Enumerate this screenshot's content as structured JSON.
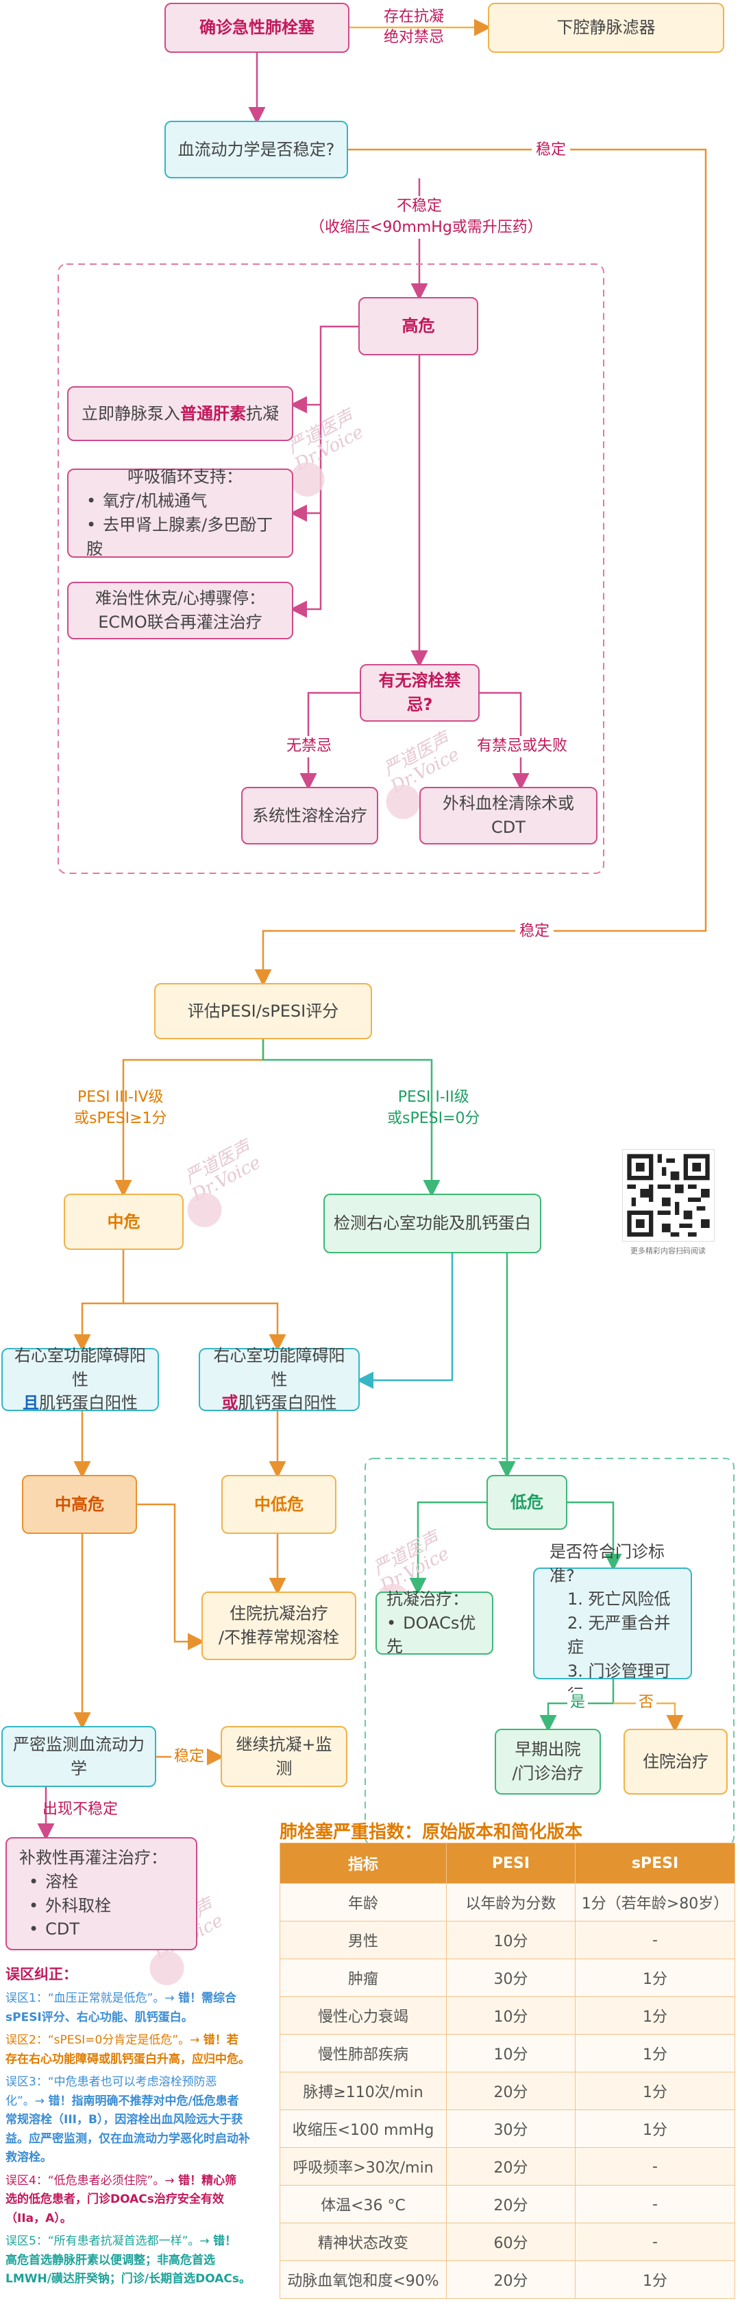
{
  "nodes": {
    "confirm": "确诊急性肺栓塞",
    "ivc": "下腔静脉滤器",
    "hemo_q": "血流动力学是否稳定?",
    "high": "高危",
    "heparin_pre": "立即静脉泵入",
    "heparin_hl": "普通肝素",
    "heparin_post": "抗凝",
    "resp_title": "呼吸循环支持：",
    "resp_items": [
      "氧疗/机械通气",
      "去甲肾上腺素/多巴酚丁胺"
    ],
    "ecmo_l1": "难治性休克/心搏骤停：",
    "ecmo_l2": "ECMO联合再灌注治疗",
    "contra_q": "有无溶栓禁忌?",
    "systemic": "系统性溶栓治疗",
    "surgical": "外科血栓清除术或CDT",
    "pesi": "评估PESI/sPESI评分",
    "mid": "中危",
    "detect": "检测右心室功能及肌钙蛋白",
    "rv_and_l1": "右心室功能障碍阳性",
    "rv_and_hl": "且",
    "rv_and_l2": "肌钙蛋白阳性",
    "rv_or_l1": "右心室功能障碍阳性",
    "rv_or_hl": "或",
    "rv_or_l2": "肌钙蛋白阳性",
    "mid_high": "中高危",
    "mid_low": "中低危",
    "low": "低危",
    "hosp_l1": "住院抗凝治疗",
    "hosp_l2": "/不推荐常规溶栓",
    "anticoag_title": "抗凝治疗：",
    "anticoag_items": [
      "DOACs优先"
    ],
    "outpt_title": "是否符合门诊标准?",
    "outpt_items": [
      "1. 死亡风险低",
      "2. 无严重合并症",
      "3. 门诊管理可行"
    ],
    "monitor": "严密监测血流动力学",
    "continue": "继续抗凝+监测",
    "early_l1": "早期出院",
    "early_l2": "/门诊治疗",
    "inpatient": "住院治疗",
    "rescue_title": "补救性再灌注治疗：",
    "rescue_items": [
      "溶栓",
      "外科取栓",
      "CDT"
    ]
  },
  "labels": {
    "anticoag_exists_l1": "存在抗凝",
    "anticoag_exists_l2": "绝对禁忌",
    "stable_top": "稳定",
    "unstable_l1": "不稳定",
    "unstable_l2": "（收缩压<90mmHg或需升压药）",
    "no_contra": "无禁忌",
    "contra_fail": "有禁忌或失败",
    "stable_mid": "稳定",
    "pesi_high_l1": "PESI III-IV级",
    "pesi_high_l2": "或sPESI≥1分",
    "pesi_low_l1": "PESI I-II级",
    "pesi_low_l2": "或sPESI=0分",
    "yes": "是",
    "no": "否",
    "stable_low": "稳定",
    "unstable_low": "出现不稳定"
  },
  "watermark": {
    "l1": "严道医声",
    "l2": "Dr.Voice"
  },
  "qr": {
    "caption": "更多精彩内容扫码阅读"
  },
  "table": {
    "title": "肺栓塞严重指数：原始版本和简化版本",
    "headers": [
      "指标",
      "PESI",
      "sPESI"
    ],
    "rows": [
      [
        "年龄",
        "以年龄为分数",
        "1分（若年龄>80岁）"
      ],
      [
        "男性",
        "10分",
        "-"
      ],
      [
        "肿瘤",
        "30分",
        "1分"
      ],
      [
        "慢性心力衰竭",
        "10分",
        "1分"
      ],
      [
        "慢性肺部疾病",
        "10分",
        "1分"
      ],
      [
        "脉搏≥110次/min",
        "20分",
        "1分"
      ],
      [
        "收缩压<100 mmHg",
        "30分",
        "1分"
      ],
      [
        "呼吸频率>30次/min",
        "20分",
        "-"
      ],
      [
        "体温<36 °C",
        "20分",
        "-"
      ],
      [
        "精神状态改变",
        "60分",
        "-"
      ],
      [
        "动脉血氧饱和度<90%",
        "20分",
        "1分"
      ]
    ]
  },
  "errors": {
    "title": "误区纠正：",
    "items": [
      {
        "color": "#3b8dd4",
        "lines": [
          [
            {
              "t": "误区1：“血压正常就是低危”。→ "
            },
            {
              "t": "错！需综合",
              "b": true
            }
          ],
          [
            {
              "t": "sPESI评分、右心功能、肌钙蛋白。",
              "b": true
            }
          ]
        ]
      },
      {
        "color": "#e07b00",
        "lines": [
          [
            {
              "t": "误区2：“sPESI=0分肯定是低危”。→ "
            },
            {
              "t": "错！若",
              "b": true
            }
          ],
          [
            {
              "t": "存在右心功能障碍或肌钙蛋白升高，应归中危。",
              "b": true
            }
          ]
        ]
      },
      {
        "color": "#3b8dd4",
        "lines": [
          [
            {
              "t": "误区3：“中危患者也可以考虑溶栓预防恶"
            }
          ],
          [
            {
              "t": "化”。→ "
            },
            {
              "t": "错！指南明确不推荐对中危/低危患者",
              "b": true
            }
          ],
          [
            {
              "t": "常规溶栓（III，B），因溶栓出血风险远大于获",
              "b": true
            }
          ],
          [
            {
              "t": "益。应严密监测，仅在血流动力学恶化时启动补",
              "b": true
            }
          ],
          [
            {
              "t": "救溶栓。",
              "b": true
            }
          ]
        ]
      },
      {
        "color": "#c2185b",
        "lines": [
          [
            {
              "t": "误区4：“低危患者必须住院”。→ "
            },
            {
              "t": "错！精心筛",
              "b": true
            }
          ],
          [
            {
              "t": "选的低危患者，门诊DOACs治疗安全有效",
              "b": true
            }
          ],
          [
            {
              "t": "（IIa，A）。",
              "b": true
            }
          ]
        ]
      },
      {
        "color": "#1ea39a",
        "lines": [
          [
            {
              "t": "误区5：“所有患者抗凝首选都一样”。→ "
            },
            {
              "t": "错！",
              "b": true
            }
          ],
          [
            {
              "t": "高危首选静脉肝素以便调整；非高危首选",
              "b": true
            }
          ],
          [
            {
              "t": "LMWH/磺达肝癸钠；门诊/长期首选DOACs。",
              "b": true
            }
          ]
        ]
      }
    ]
  }
}
